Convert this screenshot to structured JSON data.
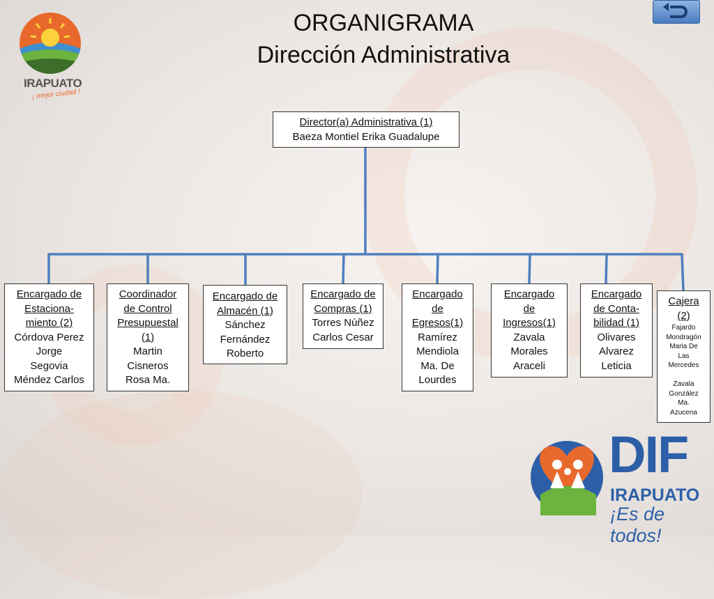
{
  "title": {
    "line1": "ORGANIGRAMA",
    "line2": "Dirección Administrativa"
  },
  "logo_irapuato": {
    "name": "IRAPUATO",
    "slogan": "¡ mejor ciudad !"
  },
  "logo_dif": {
    "name": "DIF",
    "city": "IRAPUATO",
    "slogan": "¡Es de todos!"
  },
  "nav": {
    "back_icon": "return-arrow-icon"
  },
  "director": {
    "title": "Director(a) Administrativa (1)",
    "name": "Baeza Montiel  Erika Guadalupe"
  },
  "units": [
    {
      "title": [
        "Encargado de",
        "Estaciona-",
        "miento (2)"
      ],
      "names": [
        "Córdova Perez",
        "Jorge",
        "Segovia",
        "Méndez Carlos"
      ]
    },
    {
      "title": [
        "Coordinador",
        "de Control",
        "Presupuestal",
        "(1)"
      ],
      "names": [
        "Martin",
        "Cisneros",
        "Rosa Ma."
      ]
    },
    {
      "title": [
        "Encargado de",
        "Almacén (1)"
      ],
      "names": [
        "Sánchez",
        "Fernández",
        "Roberto"
      ]
    },
    {
      "title": [
        "Encargado de",
        "Compras (1)"
      ],
      "names": [
        "Torres  Núñez",
        "Carlos Cesar"
      ]
    },
    {
      "title": [
        "Encargado",
        "de",
        "Egresos(1)"
      ],
      "names": [
        "Ramírez",
        "Mendiola",
        "Ma. De",
        "Lourdes"
      ]
    },
    {
      "title": [
        "Encargado",
        "de",
        "Ingresos(1)"
      ],
      "names": [
        "Zavala",
        "Morales",
        "Araceli"
      ]
    },
    {
      "title": [
        "Encargado",
        "de Conta-",
        "bilidad (1)"
      ],
      "names": [
        "Olivares",
        "Alvarez",
        "Leticia"
      ]
    },
    {
      "title": [
        "Cajera",
        "(2)"
      ],
      "names": [
        "Fajardo",
        "Mondragón",
        "Maria De",
        "Las",
        "Mercedes",
        "",
        "Zavala",
        "González",
        "Ma.",
        "Azucena"
      ]
    }
  ]
}
